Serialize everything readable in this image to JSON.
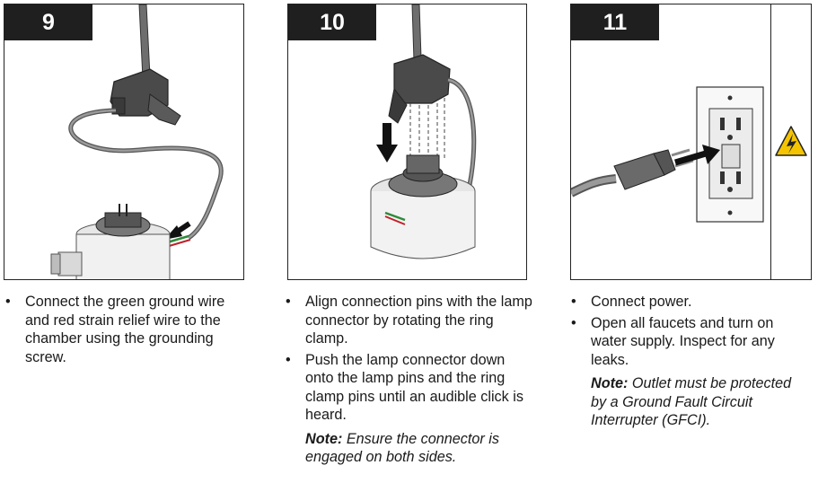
{
  "steps": [
    {
      "number": "9",
      "bullets": [
        "Connect the green ground wire and red strain relief wire to the chamber using the grounding screw."
      ]
    },
    {
      "number": "10",
      "bullets": [
        "Align connection pins with the lamp connector by rotating the ring clamp.",
        "Push the lamp connector down onto the lamp pins and the ring clamp pins until an audible click is heard."
      ],
      "note_label": "Note:",
      "note_text": "Ensure the connector is engaged on both sides."
    },
    {
      "number": "11",
      "bullets": [
        "Connect power.",
        "Open all faucets and turn on water supply. Inspect for any leaks."
      ],
      "note_label": "Note:",
      "note_text": "Outlet must be protected by a Ground Fault Circuit Interrupter (GFCI)."
    }
  ],
  "colors": {
    "badge_bg": "#1f1f1f",
    "warning_yellow": "#f5c400",
    "wire_green": "#2e8b3a",
    "wire_red": "#c0202a"
  },
  "icons": [
    "electrical-hazard-warning-icon"
  ]
}
